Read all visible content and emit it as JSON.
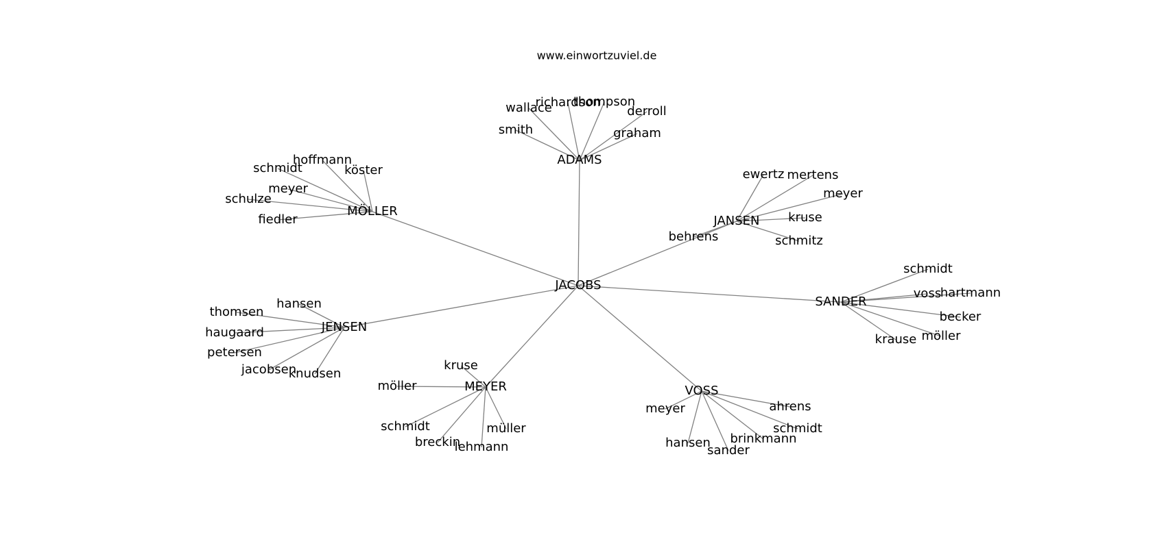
{
  "header": {
    "site": "www.einwortzuviel.de"
  },
  "graph": {
    "center": "JACOBS",
    "clusters": [
      {
        "name": "ADAMS",
        "leaves": [
          "wallace",
          "richardson",
          "thompson",
          "derroll",
          "smith",
          "graham"
        ]
      },
      {
        "name": "MÖLLER",
        "leaves": [
          "hoffmann",
          "köster",
          "schmidt",
          "meyer",
          "schulze",
          "fiedler"
        ]
      },
      {
        "name": "JANSEN",
        "leaves": [
          "ewertz",
          "mertens",
          "meyer",
          "kruse",
          "schmitz",
          "behrens"
        ]
      },
      {
        "name": "SANDER",
        "leaves": [
          "schmidt",
          "voss",
          "hartmann",
          "becker",
          "möller",
          "krause"
        ]
      },
      {
        "name": "JENSEN",
        "leaves": [
          "hansen",
          "thomsen",
          "haugaard",
          "petersen",
          "jacobsen",
          "knudsen"
        ]
      },
      {
        "name": "MEYER",
        "leaves": [
          "kruse",
          "möller",
          "schmidt",
          "breckin",
          "lehmann",
          "müller"
        ]
      },
      {
        "name": "VOSS",
        "leaves": [
          "meyer",
          "ahrens",
          "schmidt",
          "brinkmann",
          "hansen",
          "sander"
        ]
      }
    ]
  }
}
